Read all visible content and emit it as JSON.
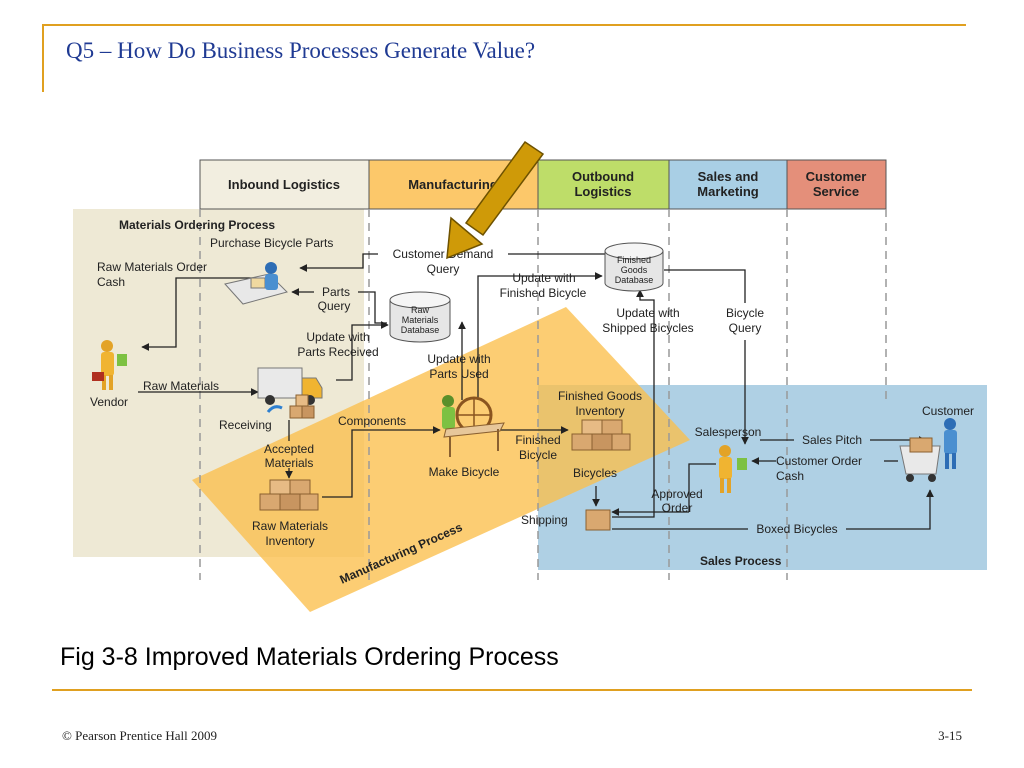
{
  "slide": {
    "title": "Q5 – How Do Business Processes Generate Value?",
    "caption": "Fig 3-8 Improved Materials Ordering Process",
    "footer_left": "© Pearson Prentice Hall 2009",
    "footer_right": "3-15",
    "accent_color": "#e0a020",
    "title_color": "#1f3a93"
  },
  "value_chain": {
    "inbound": "Inbound Logistics",
    "manufacturing": "Manufacturing",
    "outbound_1": "Outbound",
    "outbound_2": "Logistics",
    "sales_1": "Sales and",
    "sales_2": "Marketing",
    "service_1": "Customer",
    "service_2": "Service",
    "colors": {
      "inbound": "#f2eee0",
      "manufacturing": "#fcc86a",
      "outbound": "#bedd69",
      "sales": "#a9cfe5",
      "service": "#e48f7a"
    }
  },
  "regions": {
    "materials_ordering": "Materials Ordering Process",
    "manufacturing": "Manufacturing Process",
    "sales": "Sales Process"
  },
  "databases": {
    "raw_1": "Raw",
    "raw_2": "Materials",
    "raw_3": "Database",
    "fg_1": "Finished",
    "fg_2": "Goods",
    "fg_3": "Database"
  },
  "labels": {
    "purchase_bicycle_parts": "Purchase Bicycle Parts",
    "raw_materials_order_1": "Raw Materials Order",
    "raw_materials_order_2": "Cash",
    "customer_demand_1": "Customer Demand",
    "customer_demand_2": "Query",
    "parts_query_1": "Parts",
    "parts_query_2": "Query",
    "update_finished_1": "Update with",
    "update_finished_2": "Finished Bicycle",
    "update_parts_received_1": "Update with",
    "update_parts_received_2": "Parts Received",
    "update_shipped_1": "Update with",
    "update_shipped_2": "Shipped Bicycles",
    "bicycle_query_1": "Bicycle",
    "bicycle_query_2": "Query",
    "update_parts_used_1": "Update with",
    "update_parts_used_2": "Parts Used",
    "vendor": "Vendor",
    "raw_materials": "Raw Materials",
    "receiving": "Receiving",
    "components": "Components",
    "accepted_materials_1": "Accepted",
    "accepted_materials_2": "Materials",
    "raw_materials_inventory_1": "Raw Materials",
    "raw_materials_inventory_2": "Inventory",
    "make_bicycle": "Make Bicycle",
    "finished_bicycle_1": "Finished",
    "finished_bicycle_2": "Bicycle",
    "finished_goods_inventory_1": "Finished Goods",
    "finished_goods_inventory_2": "Inventory",
    "bicycles": "Bicycles",
    "shipping": "Shipping",
    "salesperson": "Salesperson",
    "sales_pitch": "Sales Pitch",
    "customer": "Customer",
    "customer_order_1": "Customer Order",
    "customer_order_2": "Cash",
    "approved_order_1": "Approved",
    "approved_order_2": "Order",
    "boxed_bicycles": "Boxed Bicycles"
  },
  "icons": [
    "pointer-arrow-icon",
    "purchasing-agent-icon",
    "vendor-icon",
    "delivery-truck-icon",
    "boxes-icon",
    "bicycle-worker-icon",
    "salesperson-icon",
    "customer-cart-icon",
    "database-icon"
  ]
}
